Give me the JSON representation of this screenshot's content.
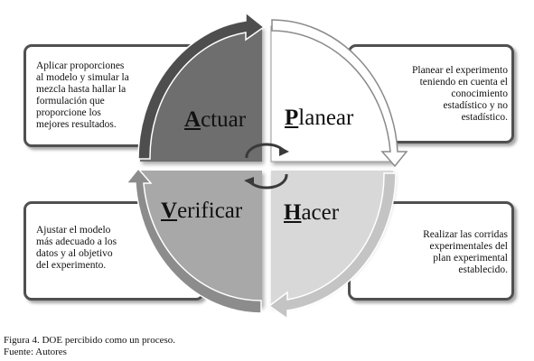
{
  "diagram": {
    "phases": {
      "actuar": {
        "initial": "A",
        "rest": "ctuar",
        "description": "Aplicar proporciones\nal modelo y simular la\nmezcla hasta hallar la\nformulación que\nproporcione los\nmejores resultados."
      },
      "planear": {
        "initial": "P",
        "rest": "lanear",
        "description": "Planear el experimento\nteniendo en cuenta el\nconocimiento\nestadístico y no\nestadístico."
      },
      "verificar": {
        "initial": "V",
        "rest": "erificar",
        "description": "Ajustar el modelo\nmás adecuado a los\ndatos y al objetivo\ndel experimento."
      },
      "hacer": {
        "initial": "H",
        "rest": "acer",
        "description": "Realizar las corridas\nexperimentales del\nplan experimental\nestablecido."
      }
    },
    "colors": {
      "actuar": "#6e6e6e",
      "planear": "#ffffff",
      "verificar": "#a8a8a8",
      "hacer": "#d8d8d8",
      "box_border": "#505050"
    },
    "center_icon": "cycle-arrows-icon"
  },
  "caption": {
    "figure": "Figura 4. DOE percibido como un proceso.",
    "source": "Fuente: Autores"
  }
}
